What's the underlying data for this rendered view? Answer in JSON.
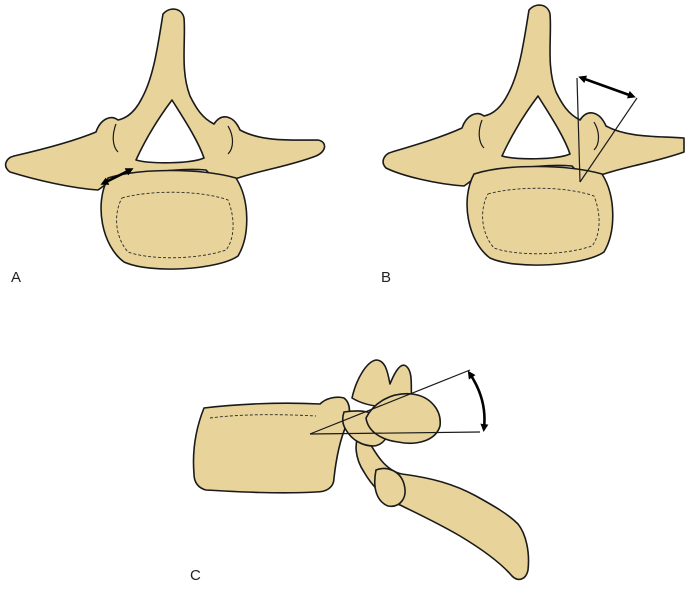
{
  "panels": [
    {
      "label": "A"
    },
    {
      "label": "B"
    },
    {
      "label": "C"
    }
  ],
  "colors": {
    "bone_fill": "#e8d49a",
    "outline": "#1a1a1a",
    "arrow": "#000000",
    "background": "#ffffff"
  }
}
